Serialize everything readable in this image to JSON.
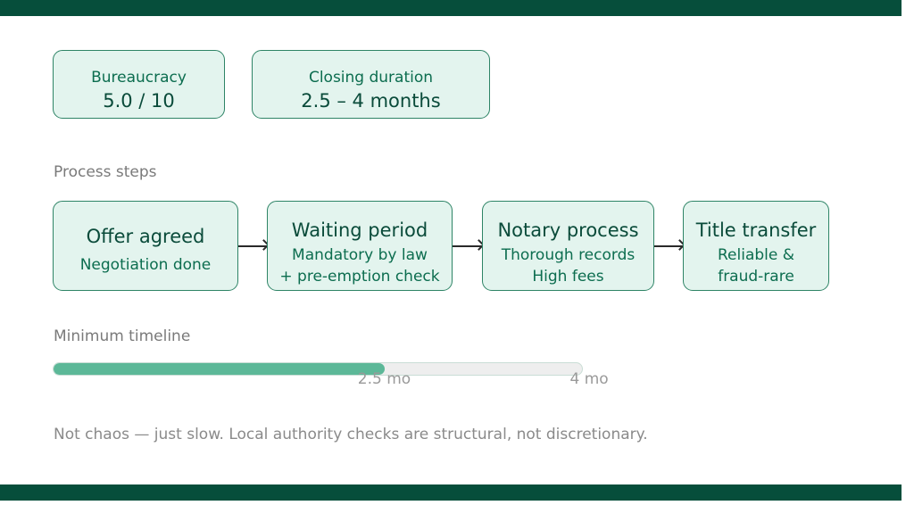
{
  "summary": {
    "bureaucracy_label": "Bureaucracy",
    "bureaucracy_value": "5.0 / 10",
    "closing_label": "Closing duration",
    "closing_value": "2.5 – 4 months"
  },
  "process": {
    "heading": "Process steps",
    "steps": [
      {
        "title": "Offer agreed",
        "lines": [
          "Negotiation done"
        ]
      },
      {
        "title": "Waiting period",
        "lines": [
          "Mandatory by law",
          "+ pre-emption check"
        ]
      },
      {
        "title": "Notary process",
        "lines": [
          "Thorough records",
          "High fees"
        ]
      },
      {
        "title": "Title transfer",
        "lines": [
          "Reliable &",
          "fraud-rare"
        ]
      }
    ]
  },
  "timeline": {
    "heading": "Minimum timeline",
    "min_months": 2.5,
    "max_months": 4,
    "min_label": "2.5 mo",
    "max_label": "4 mo",
    "colors": {
      "fill": "#5cb898",
      "track": "#eeeeee"
    }
  },
  "note": "Not chaos — just slow. Local authority checks are structural, not discretionary.",
  "colors": {
    "brand_dark": "#064e3b",
    "card_bg": "#e3f4ee",
    "card_border": "#2e8466"
  }
}
